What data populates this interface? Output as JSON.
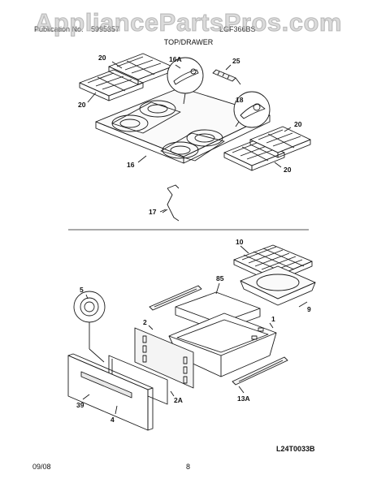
{
  "watermark": "AppliancePartsPros.com",
  "header": {
    "publication_label": "Publication No.",
    "publication_number": "5995357",
    "model_label": "LGF366BS",
    "section_title": "TOP/DRAWER"
  },
  "top_callouts": [
    "20",
    "20",
    "16",
    "16A",
    "25",
    "18",
    "20",
    "20",
    "17"
  ],
  "bottom_callouts": [
    "10",
    "85",
    "9",
    "5",
    "2",
    "1",
    "39",
    "4",
    "2A",
    "13A"
  ],
  "diagram_code": "L24T0033B",
  "footer": {
    "date": "09/08",
    "page": "8"
  },
  "colors": {
    "line": "#1a1a1a",
    "watermark": "#bebebe",
    "fill_light": "#f4f4f4"
  }
}
